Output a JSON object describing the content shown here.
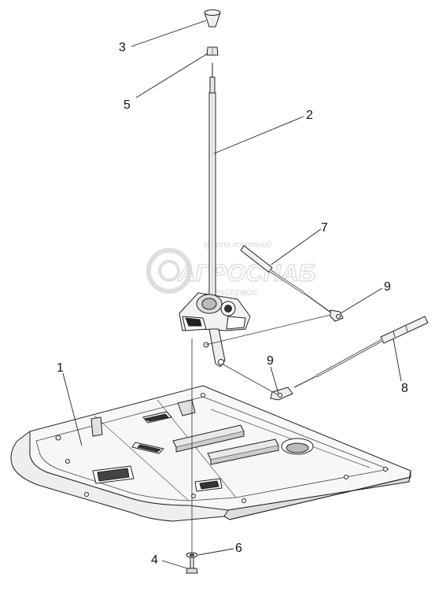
{
  "watermark": {
    "top_line": "группа компаний",
    "brand": "АГРОСНАБ",
    "bottom_line": "техсервис"
  },
  "callouts": [
    {
      "id": "c3",
      "label": "3"
    },
    {
      "id": "c5",
      "label": "5"
    },
    {
      "id": "c2",
      "label": "2"
    },
    {
      "id": "c7",
      "label": "7"
    },
    {
      "id": "c9a",
      "label": "9"
    },
    {
      "id": "c9b",
      "label": "9"
    },
    {
      "id": "c8",
      "label": "8"
    },
    {
      "id": "c1",
      "label": "1"
    },
    {
      "id": "c6",
      "label": "6"
    },
    {
      "id": "c4",
      "label": "4"
    }
  ]
}
